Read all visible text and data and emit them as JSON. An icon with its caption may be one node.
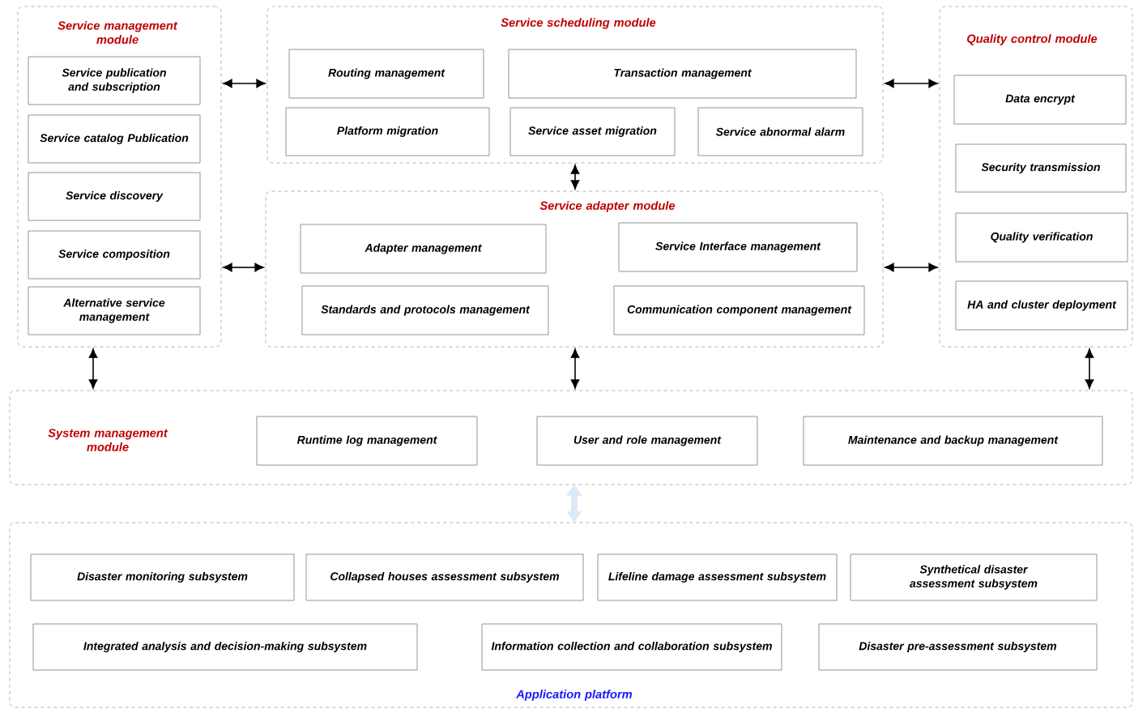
{
  "diagram": {
    "nodes": [
      {
        "text": [
          "Service management module"
        ]
      },
      {
        "text": [
          "Service publication and subscription"
        ],
        "in": 0
      },
      {
        "text": [
          "Service catalog Publication"
        ],
        "in": 0
      },
      {
        "text": [
          "Service discovery"
        ],
        "in": 0
      },
      {
        "text": [
          "Service composition"
        ],
        "in": 0
      },
      {
        "text": [
          "Alternative service management"
        ],
        "in": 0
      },
      {
        "text": [
          "Service scheduling module"
        ]
      },
      {
        "text": [
          "Routing management"
        ],
        "in": 6
      },
      {
        "text": [
          "Transaction management"
        ],
        "in": 6
      },
      {
        "text": [
          "Platform migration"
        ],
        "in": 6
      },
      {
        "text": [
          "Service asset migration"
        ],
        "in": 6
      },
      {
        "text": [
          "Service abnormal alarm"
        ],
        "in": 6
      },
      {
        "text": [
          "Quality control module"
        ]
      },
      {
        "text": [
          "Data encrypt"
        ],
        "in": 12
      },
      {
        "text": [
          "Security transmission"
        ],
        "in": 12
      },
      {
        "text": [
          "Quality verification"
        ],
        "in": 12
      },
      {
        "text": [
          "HA and cluster deployment"
        ],
        "in": 12
      },
      {
        "text": [
          "Service adapter module"
        ]
      },
      {
        "text": [
          "Adapter management"
        ],
        "in": 17
      },
      {
        "text": [
          "Service Interface management"
        ],
        "in": 17
      },
      {
        "text": [
          "Standards and protocols management"
        ],
        "in": 17
      },
      {
        "text": [
          "Communication component management"
        ],
        "in": 17
      },
      {
        "text": [
          "System management module"
        ]
      },
      {
        "text": [
          "Runtime log management"
        ],
        "in": 22
      },
      {
        "text": [
          "User and role management"
        ],
        "in": 22
      },
      {
        "text": [
          "Maintenance and backup management"
        ],
        "in": 22
      },
      {
        "text": [
          "Application platform"
        ]
      },
      {
        "text": [
          "Disaster monitoring subsystem"
        ],
        "in": 26
      },
      {
        "text": [
          "Collapsed houses assessment subsystem"
        ],
        "in": 26
      },
      {
        "text": [
          "Lifeline damage assessment subsystem"
        ],
        "in": 26
      },
      {
        "text": [
          "Synthetical disaster assessment subsystem"
        ],
        "in": 26
      },
      {
        "text": [
          "Integrated analysis and decision-making subsystem"
        ],
        "in": 26
      },
      {
        "text": [
          "Information collection and collaboration subsystem"
        ],
        "in": 26
      },
      {
        "text": [
          "Disaster pre-assessment subsystem"
        ],
        "in": 26
      }
    ],
    "edges": [
      {
        "from": 0,
        "to": 6,
        "arrow": "both"
      },
      {
        "from": 0,
        "to": 17,
        "arrow": "both"
      },
      {
        "from": 6,
        "to": 12,
        "arrow": "both"
      },
      {
        "from": 17,
        "to": 12,
        "arrow": "both"
      },
      {
        "from": 6,
        "to": 17,
        "arrow": "both"
      },
      {
        "from": 0,
        "to": 22,
        "arrow": "both"
      },
      {
        "from": 17,
        "to": 22,
        "arrow": "both"
      },
      {
        "from": 12,
        "to": 22,
        "arrow": "both"
      },
      {
        "from": 22,
        "to": 26,
        "arrow": "both",
        "style": "thick",
        "color": "#dce9f7"
      }
    ]
  }
}
